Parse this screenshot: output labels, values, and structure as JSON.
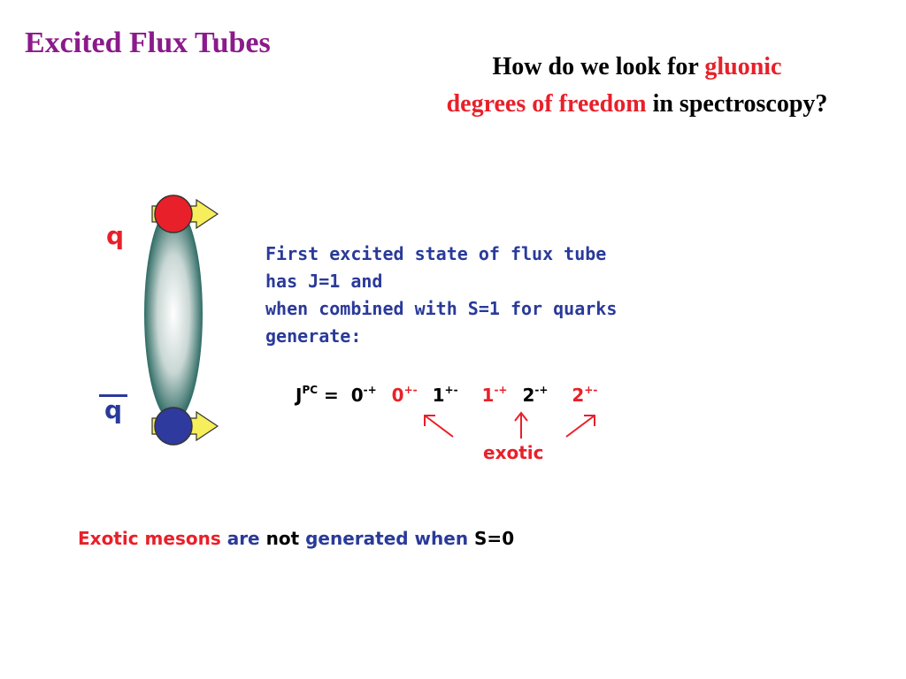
{
  "title": "Excited Flux Tubes",
  "question": {
    "line1_a": "How do we look for ",
    "line1_b": "gluonic",
    "line2_a": "degrees of freedom",
    "line2_b": " in spectroscopy?"
  },
  "diagram": {
    "quark_label": "q",
    "antiquark_label": "q",
    "colors": {
      "quark": "#e8202a",
      "antiquark": "#2f3a9e",
      "arrow": "#f6ee5a",
      "tube_edge": "#2e6b64"
    }
  },
  "description": {
    "lines": [
      "First excited state of flux tube",
      "has J=1 and",
      "when combined with S=1 for quarks",
      "generate:"
    ]
  },
  "jpc": {
    "label": "J",
    "label_sup": "PC",
    "equals": " = ",
    "states": [
      {
        "value": "0",
        "sup": "-+",
        "exotic": false
      },
      {
        "value": "0",
        "sup": "+-",
        "exotic": true
      },
      {
        "value": "1",
        "sup": "+-",
        "exotic": false
      },
      {
        "value": "1",
        "sup": "-+",
        "exotic": true
      },
      {
        "value": "2",
        "sup": "-+",
        "exotic": false
      },
      {
        "value": "2",
        "sup": "+-",
        "exotic": true
      }
    ]
  },
  "exotic_label": "exotic",
  "bottom_note": {
    "part1": "Exotic mesons",
    "part2": " are ",
    "part3": "not",
    "part4": " generated when ",
    "part5": "S=0"
  }
}
